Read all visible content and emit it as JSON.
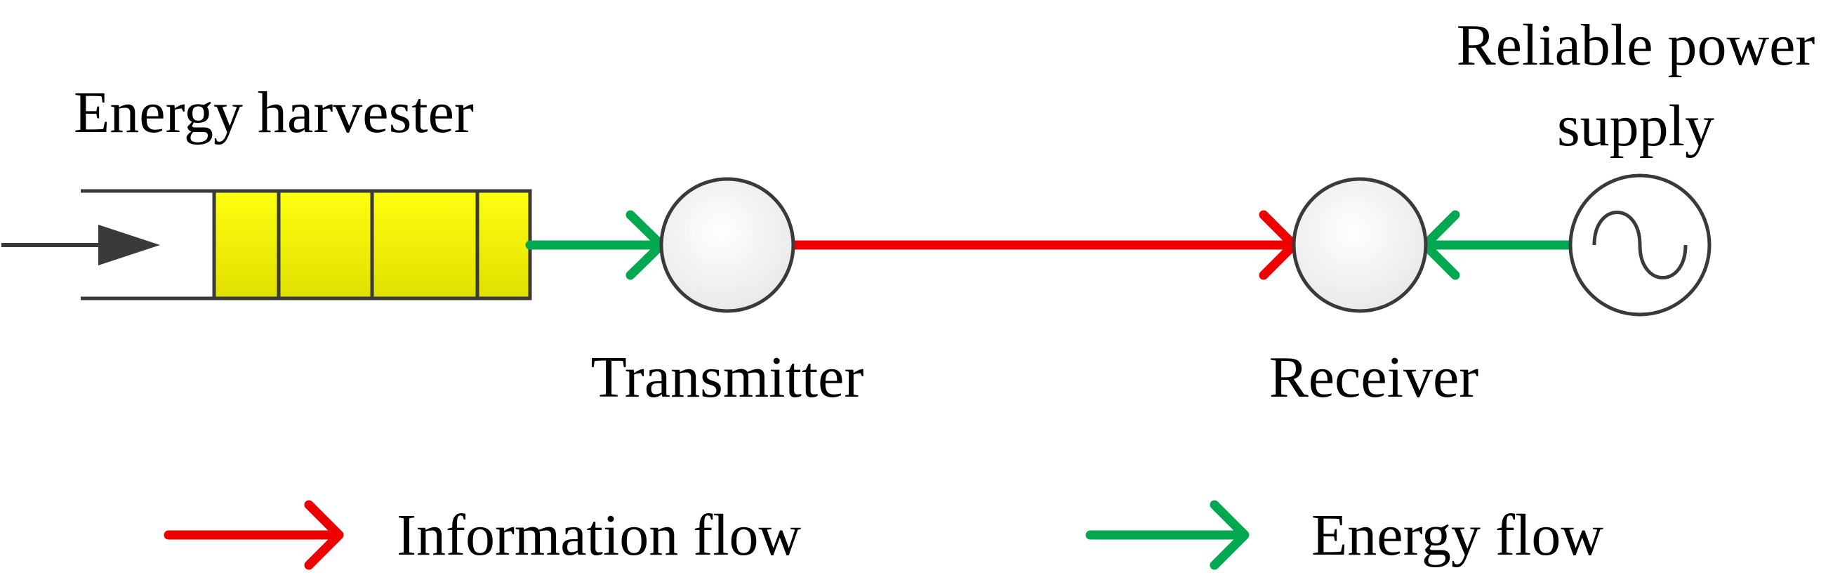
{
  "labels": {
    "energy_harvester": "Energy harvester",
    "transmitter": "Transmitter",
    "receiver": "Receiver",
    "power_supply_line1": "Reliable power",
    "power_supply_line2": "supply"
  },
  "legend": {
    "information_flow": "Information flow",
    "energy_flow": "Energy flow"
  },
  "colors": {
    "information": "#ee0000",
    "energy": "#00a850",
    "node_stroke": "#3a3a3a",
    "battery_fill_top": "#ffff10",
    "battery_fill_bottom": "#e0e000",
    "input_arrow": "#3a3a3a"
  },
  "icons": {
    "power_source": "ac-sine-source-icon",
    "battery": "battery-queue-icon"
  }
}
